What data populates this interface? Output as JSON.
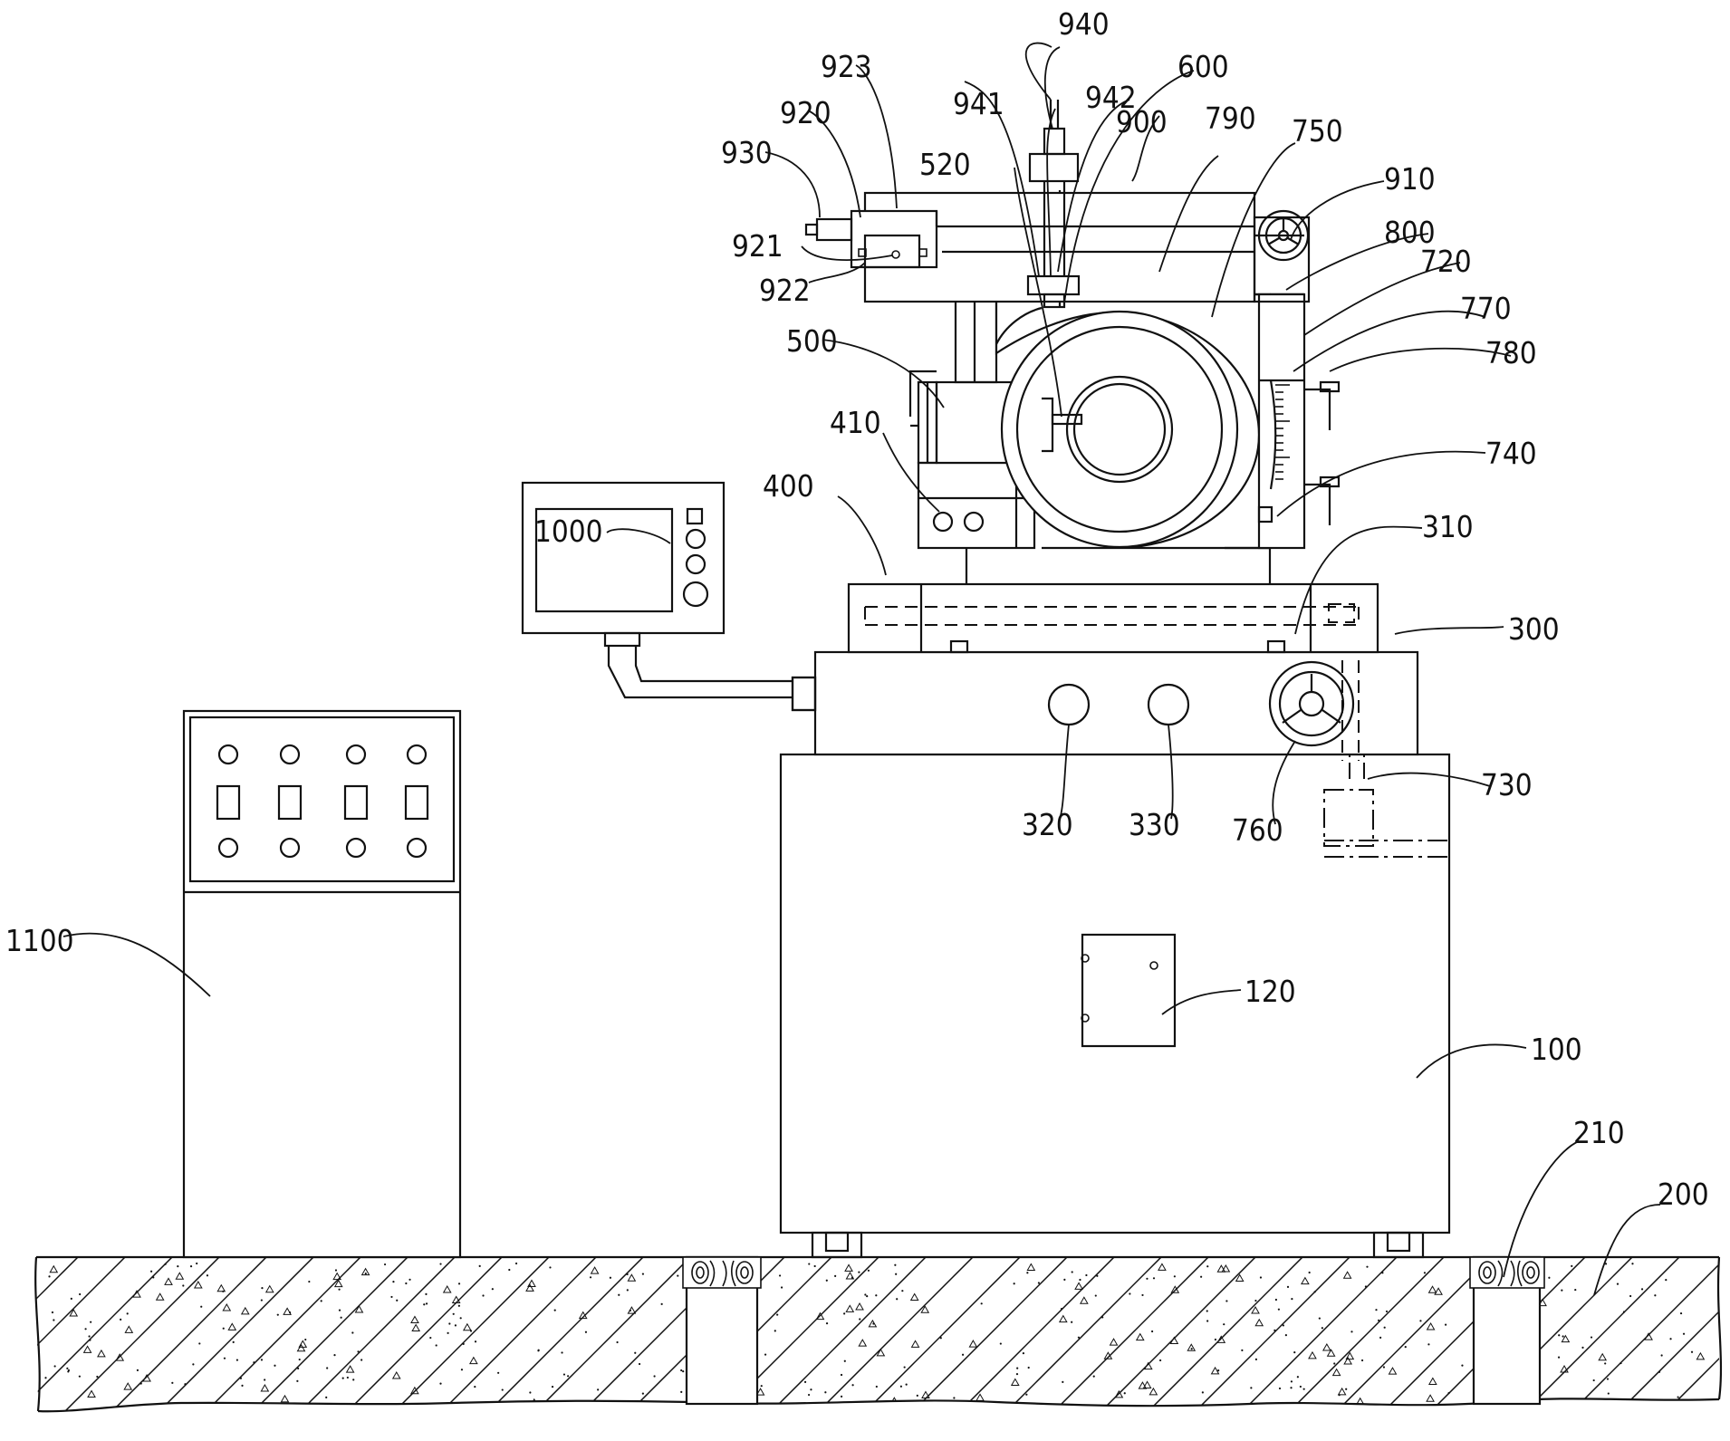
{
  "labels": {
    "l100": "100",
    "l120": "120",
    "l200": "200",
    "l210": "210",
    "l300": "300",
    "l310": "310",
    "l320": "320",
    "l330": "330",
    "l400": "400",
    "l410": "410",
    "l500": "500",
    "l520": "520",
    "l600": "600",
    "l720": "720",
    "l730": "730",
    "l740": "740",
    "l750": "750",
    "l760": "760",
    "l770": "770",
    "l780": "780",
    "l790": "790",
    "l800": "800",
    "l900": "900",
    "l910": "910",
    "l920": "920",
    "l921": "921",
    "l922": "922",
    "l923": "923",
    "l930": "930",
    "l940": "940",
    "l941": "941",
    "l942": "942",
    "l1000": "1000",
    "l1100": "1100"
  }
}
